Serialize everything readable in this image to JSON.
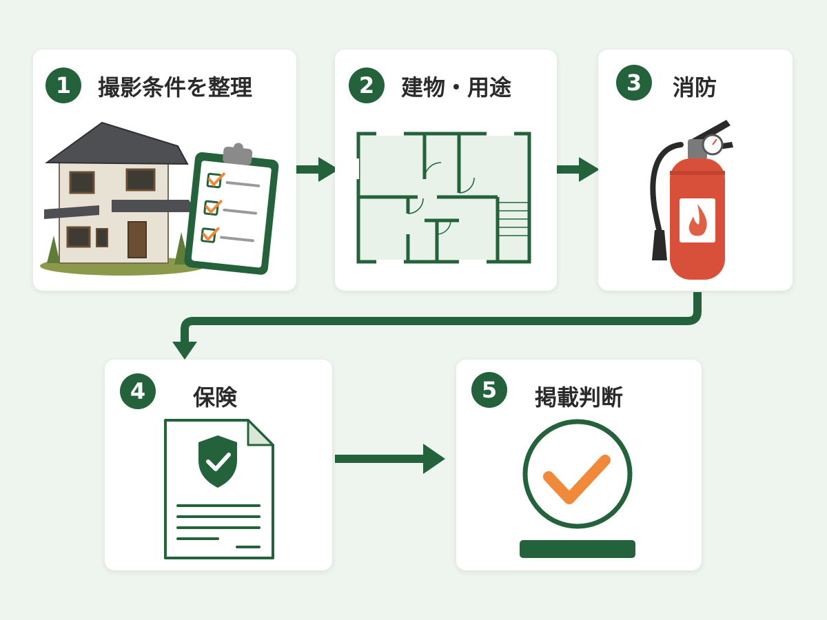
{
  "steps": [
    {
      "number": "1",
      "title": "撮影条件を整理",
      "icon": "house-and-checklist-icon"
    },
    {
      "number": "2",
      "title": "建物・用途",
      "icon": "floor-plan-icon"
    },
    {
      "number": "3",
      "title": "消防",
      "icon": "fire-extinguisher-icon"
    },
    {
      "number": "4",
      "title": "保険",
      "icon": "insurance-document-icon"
    },
    {
      "number": "5",
      "title": "掲載判断",
      "icon": "approval-check-icon"
    }
  ],
  "colors": {
    "brand_green": "#23623a",
    "background": "#eef4ee",
    "check_orange": "#f08a3a",
    "extinguisher_red": "#d9503a"
  }
}
